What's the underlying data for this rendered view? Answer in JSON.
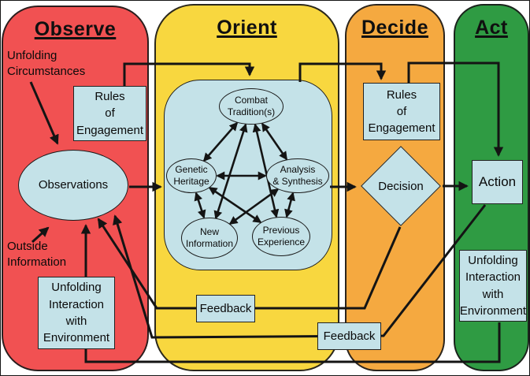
{
  "columns": [
    {
      "id": "observe",
      "title": "Observe"
    },
    {
      "id": "orient",
      "title": "Orient"
    },
    {
      "id": "decide",
      "title": "Decide"
    },
    {
      "id": "act",
      "title": "Act"
    }
  ],
  "observe": {
    "unfolding_circumstances": "Unfolding\nCircumstances",
    "rules_of_engagement": "Rules\nof\nEngagement",
    "observations": "Observations",
    "outside_information": "Outside\nInformation",
    "unfolding_interaction": "Unfolding\nInteraction\nwith\nEnvironment"
  },
  "orient": {
    "combat_traditions": "Combat\nTradition(s)",
    "genetic_heritage": "Genetic\nHeritage",
    "analysis_synthesis": "Analysis\n& Synthesis",
    "new_information": "New\nInformation",
    "previous_experience": "Previous\nExperience",
    "feedback": "Feedback"
  },
  "decide": {
    "rules_of_engagement": "Rules\nof\nEngagement",
    "decision": "Decision",
    "feedback": "Feedback"
  },
  "act": {
    "action": "Action",
    "unfolding_interaction": "Unfolding\nInteraction\nwith\nEnvironment"
  },
  "colors": {
    "observe": "#F15152",
    "orient": "#F8D73F",
    "decide": "#F5A940",
    "act": "#2F9B43",
    "node_fill": "#C4E2E8"
  }
}
